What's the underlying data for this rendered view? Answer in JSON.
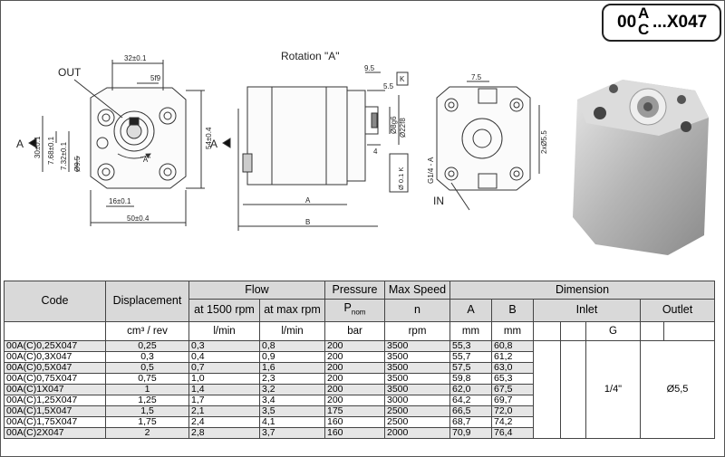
{
  "title": {
    "prefix": "00",
    "top": "A",
    "bottom": "C",
    "suffix": "...X047"
  },
  "drawing": {
    "rotation_label": "Rotation \"A\"",
    "out_label": "OUT",
    "in_label": "IN",
    "arrow_label": "A",
    "rot_mark": "\"A\"",
    "dims": {
      "w32": "32±0.1",
      "d5f9": "5f9",
      "h54": "54±0.4",
      "w50": "50±0.4",
      "w16": "16±0.1",
      "h30": "30±0.1",
      "h768": "7.68±0.1",
      "h732": "7.32±0.1",
      "d95": "Ø9.5",
      "d95b": "9.5",
      "d55": "5.5",
      "dia8": "Ø8g6",
      "dia22": "Ø22f8",
      "d4": "4",
      "dimA": "A",
      "dimB": "B",
      "box01": "Ø 0.1 K",
      "boxK": "K",
      "d75": "7.5",
      "h2x55": "2xØ5.5",
      "g14": "G1/4 - A"
    }
  },
  "table": {
    "headers": {
      "code": "Code",
      "displacement": "Displacement",
      "flow": "Flow",
      "flow_1500": "at 1500 rpm",
      "flow_max": "at max rpm",
      "pressure": "Pressure",
      "max_speed": "Max Speed",
      "dimension": "Dimension",
      "a": "A",
      "b": "B",
      "inlet": "Inlet",
      "outlet": "Outlet",
      "g": "G",
      "p_nom": "P",
      "p_nom_sub": "nom",
      "n": "n"
    },
    "units": {
      "displacement": "cm³ / rev",
      "flow_1500": "l/min",
      "flow_max": "l/min",
      "pressure": "bar",
      "speed": "rpm",
      "a": "mm",
      "b": "mm"
    },
    "inlet_value": "1/4\"",
    "outlet_value": "Ø5,5",
    "rows": [
      {
        "code": "00A(C)0,25X047",
        "disp": "0,25",
        "f1500": "0,3",
        "fmax": "0,8",
        "p": "200",
        "n": "3500",
        "a": "55,3",
        "b": "60,8"
      },
      {
        "code": "00A(C)0,3X047",
        "disp": "0,3",
        "f1500": "0,4",
        "fmax": "0,9",
        "p": "200",
        "n": "3500",
        "a": "55,7",
        "b": "61,2"
      },
      {
        "code": "00A(C)0,5X047",
        "disp": "0,5",
        "f1500": "0,7",
        "fmax": "1,6",
        "p": "200",
        "n": "3500",
        "a": "57,5",
        "b": "63,0"
      },
      {
        "code": "00A(C)0,75X047",
        "disp": "0,75",
        "f1500": "1,0",
        "fmax": "2,3",
        "p": "200",
        "n": "3500",
        "a": "59,8",
        "b": "65,3"
      },
      {
        "code": "00A(C)1X047",
        "disp": "1",
        "f1500": "1,4",
        "fmax": "3,2",
        "p": "200",
        "n": "3500",
        "a": "62,0",
        "b": "67,5"
      },
      {
        "code": "00A(C)1,25X047",
        "disp": "1,25",
        "f1500": "1,7",
        "fmax": "3,4",
        "p": "200",
        "n": "3000",
        "a": "64,2",
        "b": "69,7"
      },
      {
        "code": "00A(C)1,5X047",
        "disp": "1,5",
        "f1500": "2,1",
        "fmax": "3,5",
        "p": "175",
        "n": "2500",
        "a": "66,5",
        "b": "72,0"
      },
      {
        "code": "00A(C)1,75X047",
        "disp": "1,75",
        "f1500": "2,4",
        "fmax": "4,1",
        "p": "160",
        "n": "2500",
        "a": "68,7",
        "b": "74,2"
      },
      {
        "code": "00A(C)2X047",
        "disp": "2",
        "f1500": "2,8",
        "fmax": "3,7",
        "p": "160",
        "n": "2000",
        "a": "70,9",
        "b": "76,4"
      }
    ]
  }
}
